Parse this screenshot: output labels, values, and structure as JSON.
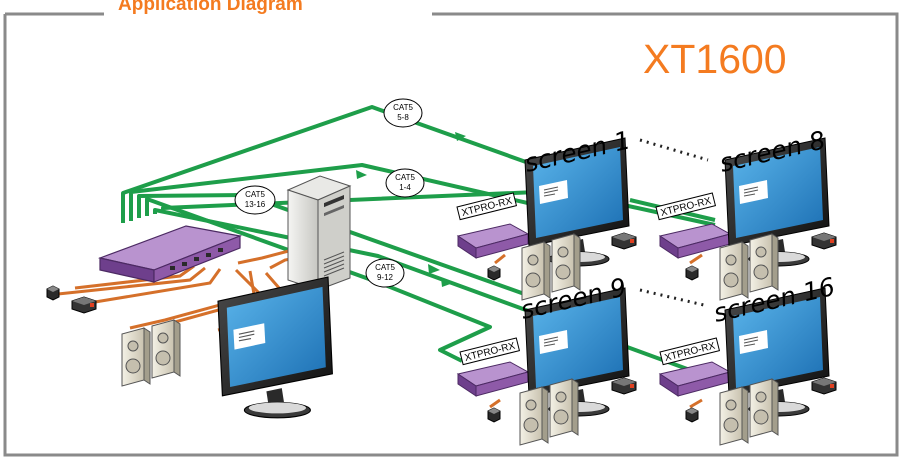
{
  "header": {
    "title": "Application Diagram",
    "model": "XT1600"
  },
  "cables": [
    {
      "lines": [
        "CAT5",
        "5-8"
      ]
    },
    {
      "lines": [
        "CAT5",
        "1-4"
      ]
    },
    {
      "lines": [
        "CAT5",
        "13-16"
      ]
    },
    {
      "lines": [
        "CAT5",
        "9-12"
      ]
    }
  ],
  "screens": [
    {
      "label": "screen 1"
    },
    {
      "label": "screen 8"
    },
    {
      "label": "screen 9"
    },
    {
      "label": "screen 16"
    }
  ],
  "receivers": [
    {
      "label": "XTPRO-RX"
    },
    {
      "label": "XTPRO-RX"
    },
    {
      "label": "XTPRO-RX"
    },
    {
      "label": "XTPRO-RX"
    }
  ],
  "colors": {
    "accent": "#f47b20",
    "cat5": "#1e9e4a",
    "local_cable": "#d5702a",
    "device": "#8e5aa8",
    "screen": "#2b84c8",
    "border": "#8a8a8a"
  }
}
